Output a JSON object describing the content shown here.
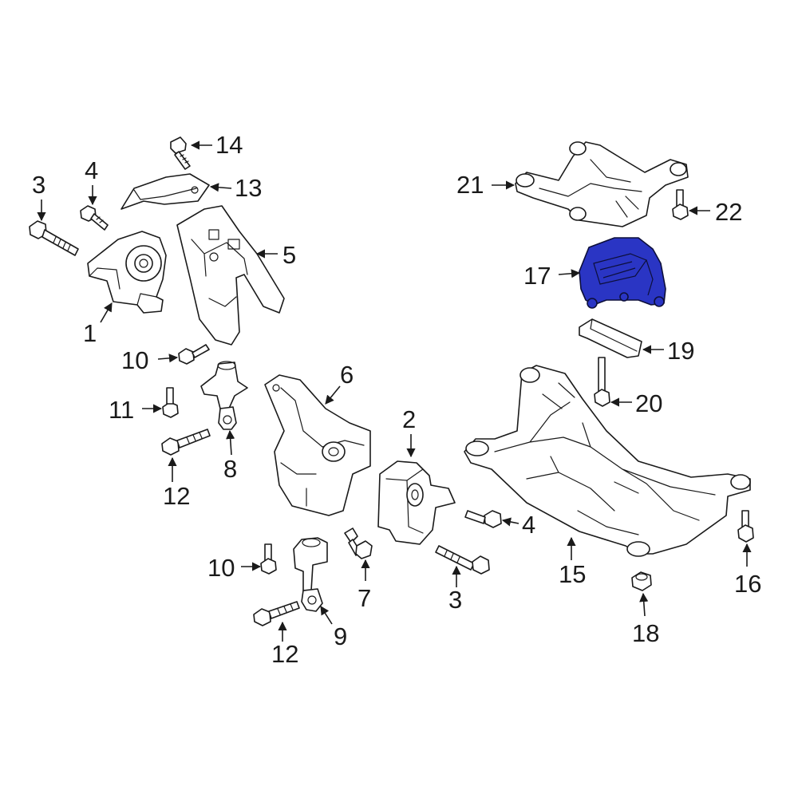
{
  "diagram": {
    "callouts": {
      "c1": "1",
      "c2": "2",
      "c3a": "3",
      "c3b": "3",
      "c4a": "4",
      "c4b": "4",
      "c5": "5",
      "c6": "6",
      "c7": "7",
      "c8": "8",
      "c9": "9",
      "c10a": "10",
      "c10b": "10",
      "c11": "11",
      "c12a": "12",
      "c12b": "12",
      "c13": "13",
      "c14": "14",
      "c15": "15",
      "c16": "16",
      "c17": "17",
      "c18": "18",
      "c19": "19",
      "c20": "20",
      "c21": "21",
      "c22": "22"
    },
    "highlight_color": "#2a35c4",
    "highlighted_part": "17"
  }
}
